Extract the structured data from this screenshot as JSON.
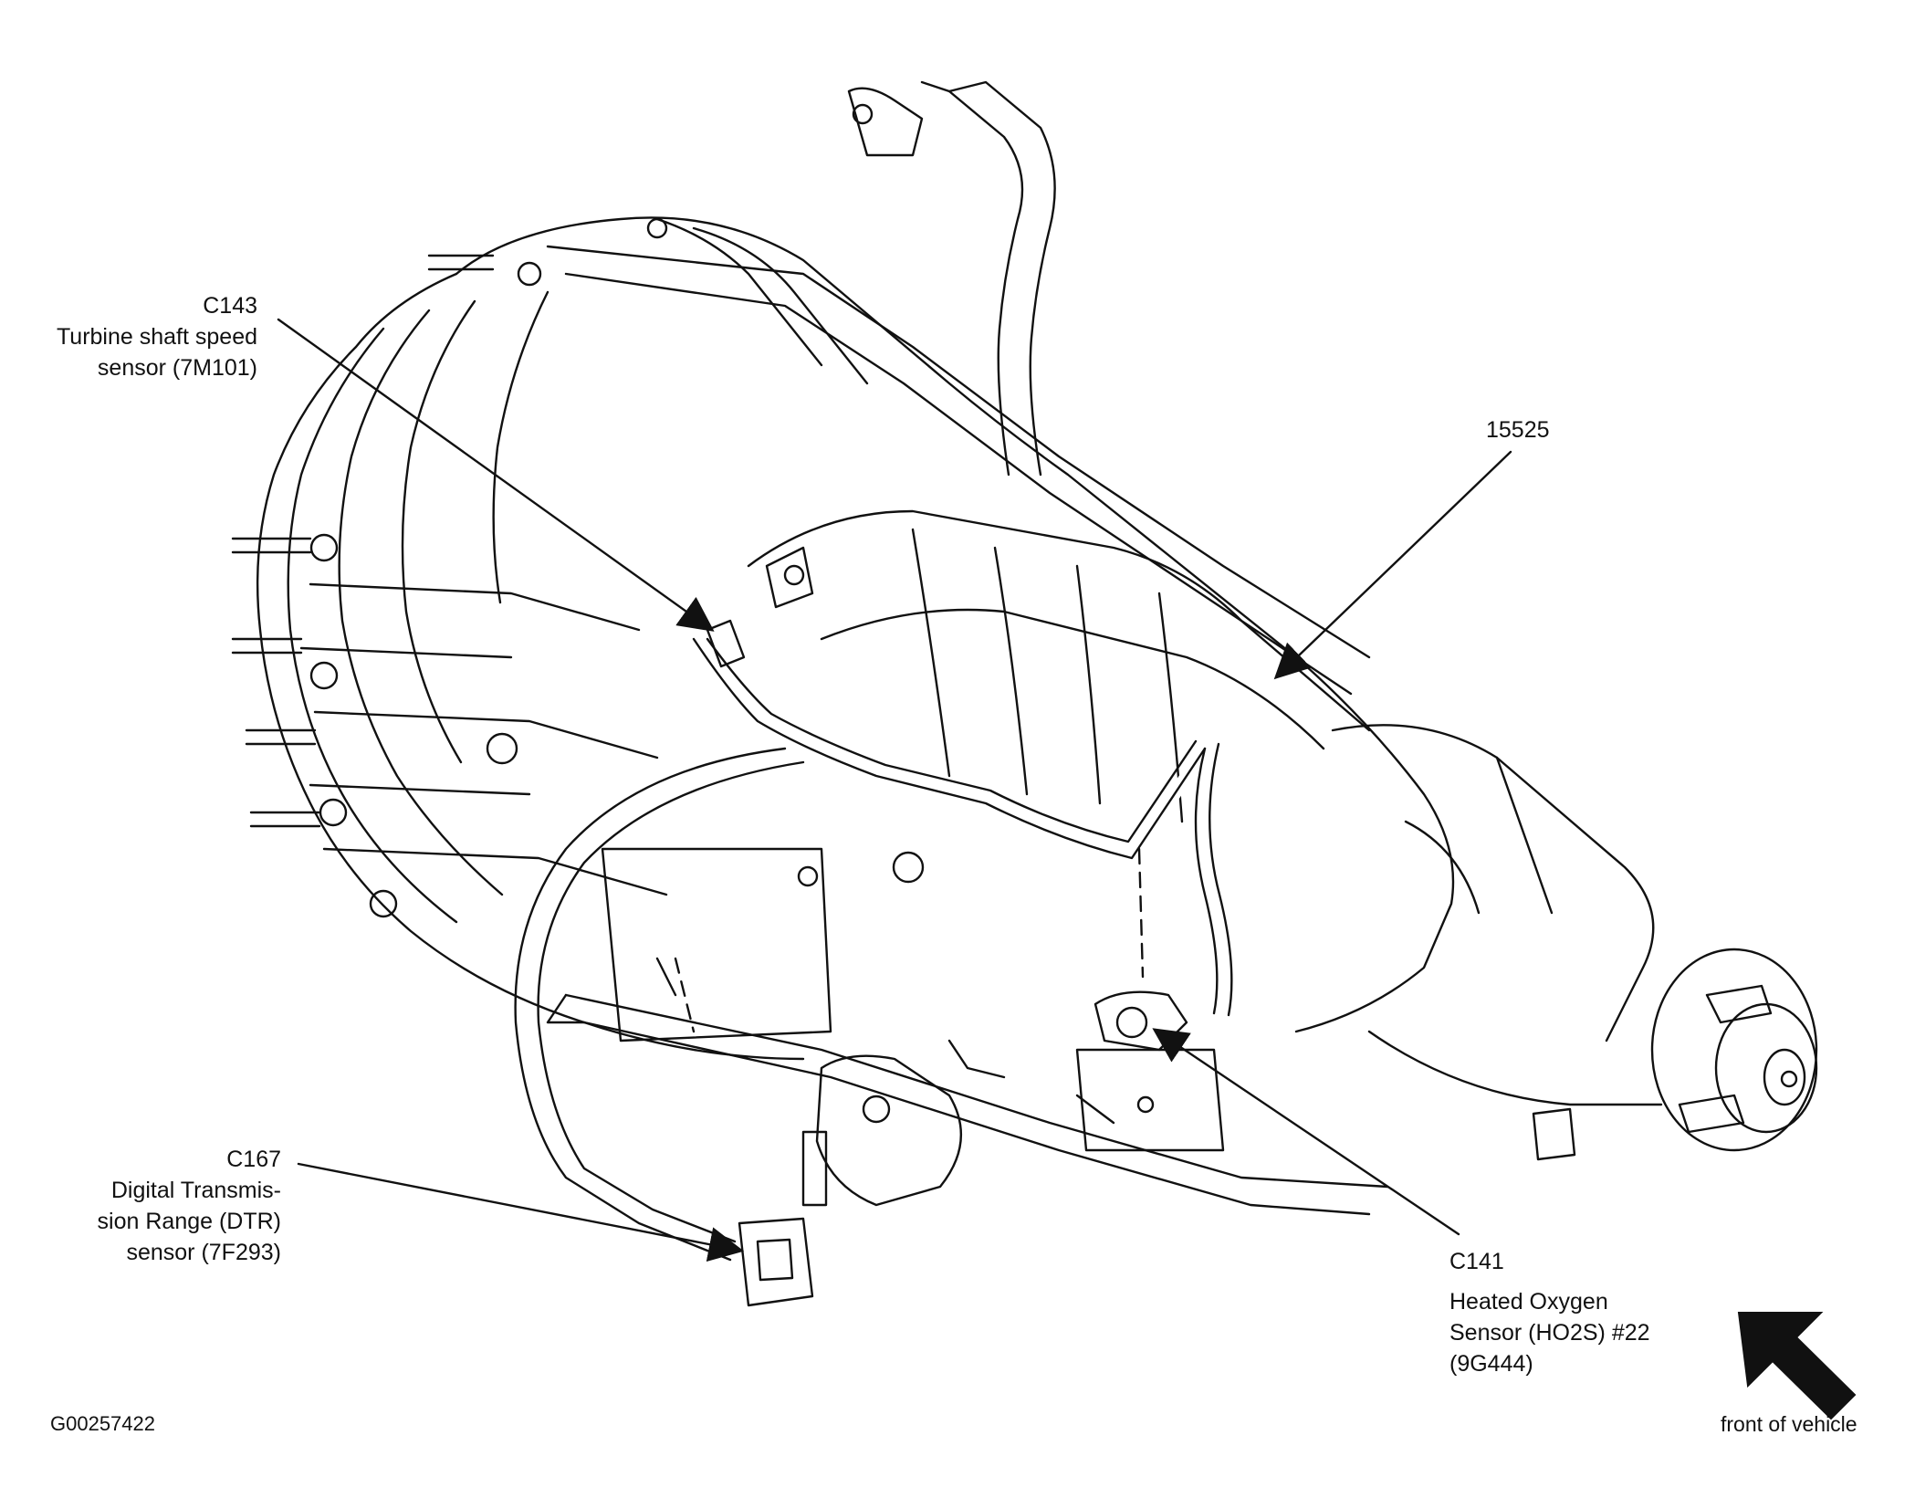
{
  "callouts": {
    "c143": {
      "code": "C143",
      "desc_line1": "Turbine shaft speed",
      "desc_line2": "sensor (7M101)"
    },
    "c15525": {
      "code": "15525"
    },
    "c167": {
      "code": "C167",
      "desc_line1": "Digital Transmis-",
      "desc_line2": "sion Range (DTR)",
      "desc_line3": "sensor (7F293)"
    },
    "c141": {
      "code": "C141",
      "desc_line1": "Heated Oxygen",
      "desc_line2": "Sensor (HO2S) #22",
      "desc_line3": "(9G444)"
    }
  },
  "figure_id": "G00257422",
  "orientation_label": "front of vehicle",
  "icons": {
    "front_arrow": "front-direction-arrow-icon"
  }
}
